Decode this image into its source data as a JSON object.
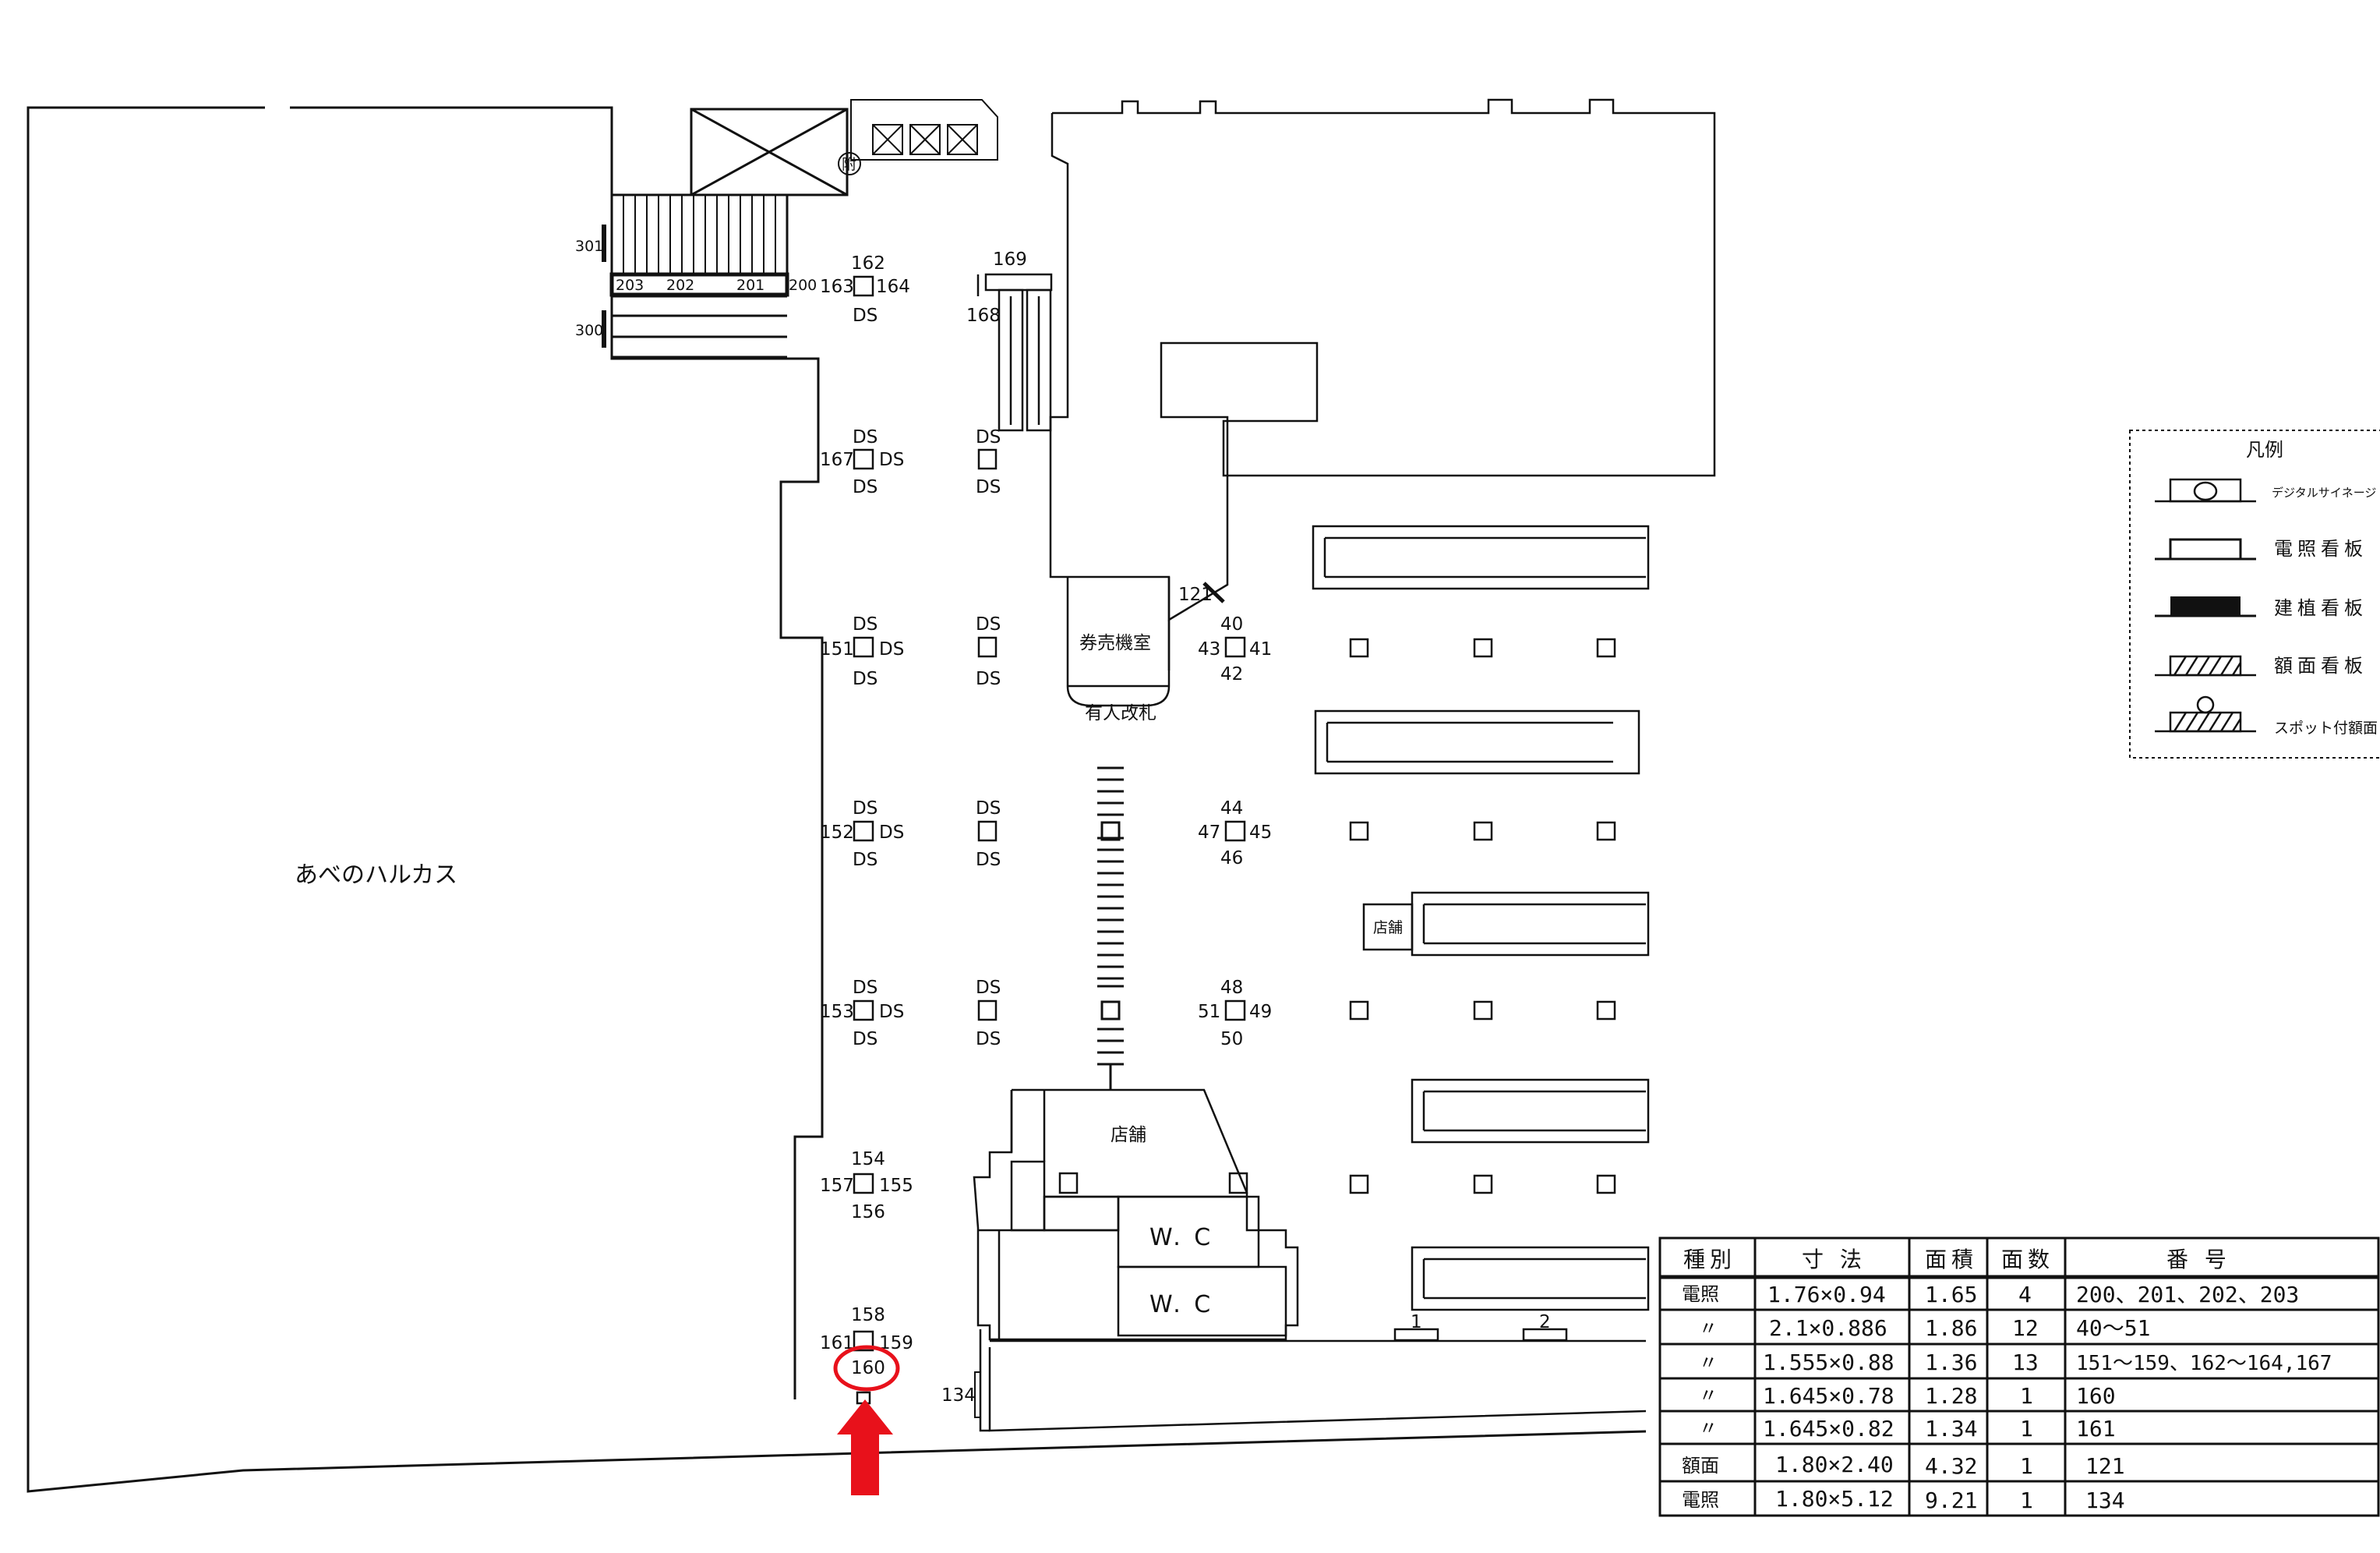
{
  "map": {
    "building_label": "あべのハルカス",
    "rooms": {
      "ticket_room": "券売機室",
      "staffed_gate": "有人改札",
      "shop_center": "店舗",
      "shop_right": "店舗",
      "wc_upper": "W. C",
      "wc_lower": "W. C",
      "escalator_mark": "附"
    },
    "sign_numbers": {
      "n300": "300",
      "n301": "301",
      "n200": "200",
      "n201": "201",
      "n202": "202",
      "n203": "203",
      "n162": "162",
      "n163": "163",
      "n164": "164",
      "n167": "167",
      "n168": "168",
      "n169": "169",
      "n151": "151",
      "n152": "152",
      "n153": "153",
      "n154": "154",
      "n155": "155",
      "n156": "156",
      "n157": "157",
      "n158": "158",
      "n159": "159",
      "n160": "160",
      "n161": "161",
      "n121": "121",
      "n134": "134",
      "n40": "40",
      "n41": "41",
      "n42": "42",
      "n43": "43",
      "n44": "44",
      "n45": "45",
      "n46": "46",
      "n47": "47",
      "n48": "48",
      "n49": "49",
      "n50": "50",
      "n51": "51",
      "n1": "1",
      "n2": "2"
    },
    "ds": "DS"
  },
  "legend": {
    "title": "凡例",
    "items": [
      {
        "label": "デジタルサイネージ"
      },
      {
        "label": "電照看板"
      },
      {
        "label": "建植看板"
      },
      {
        "label": "額面看板"
      },
      {
        "label": "スポット付額面"
      }
    ]
  },
  "table": {
    "headers": [
      "種別",
      "寸 法",
      "面積",
      "面数",
      "番 号"
    ],
    "rows": [
      [
        "電照",
        "1.76×0.94",
        "1.65",
        "4",
        "200、201、202、203"
      ],
      [
        "〃",
        "2.1×0.886",
        "1.86",
        "12",
        "40～51"
      ],
      [
        "〃",
        "1.555×0.88",
        "1.36",
        "13",
        "151～159、162～164,167"
      ],
      [
        "〃",
        "1.645×0.78",
        "1.28",
        "1",
        "160"
      ],
      [
        "〃",
        "1.645×0.82",
        "1.34",
        "1",
        "161"
      ],
      [
        "額面",
        "1.80×2.40",
        "4.32",
        "1",
        "121"
      ],
      [
        "電照",
        "1.80×5.12",
        "9.21",
        "1",
        "134"
      ]
    ]
  },
  "highlight": {
    "target": "160",
    "color": "#e8111b"
  }
}
